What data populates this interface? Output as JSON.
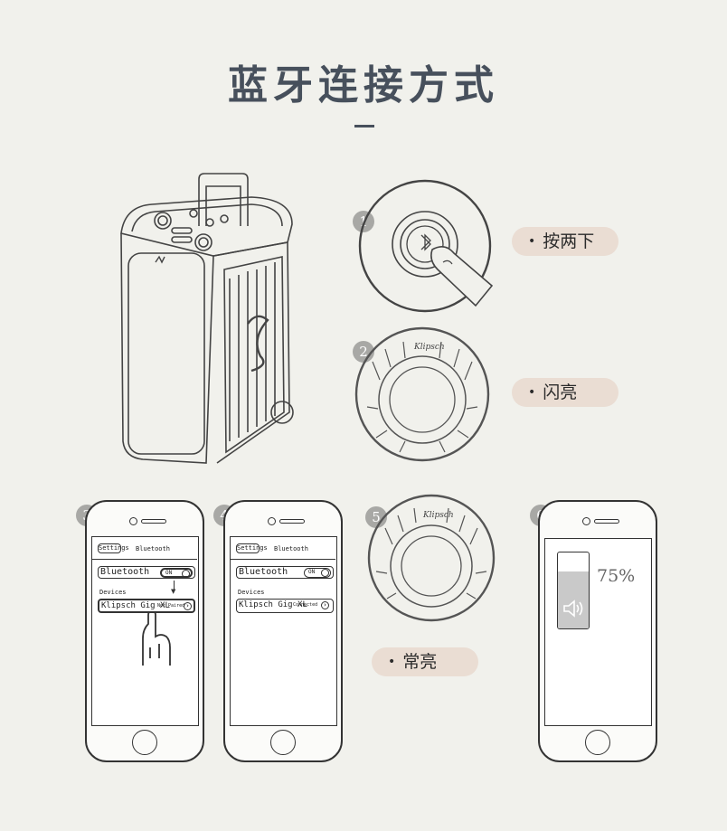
{
  "title": "蓝牙连接方式",
  "steps": [
    {
      "num": "1",
      "action": "按两下"
    },
    {
      "num": "2",
      "action": "闪亮"
    },
    {
      "num": "3"
    },
    {
      "num": "4"
    },
    {
      "num": "5",
      "action": "常亮"
    },
    {
      "num": "6"
    }
  ],
  "speaker_logo": "Klipsch",
  "phone_ui": {
    "back_label": "Settings",
    "header": "Bluetooth",
    "bluetooth_label": "Bluetooth",
    "toggle_on": "ON",
    "devices_label": "Devices",
    "device_name": "Klipsch Gig XL",
    "status_not_paired": "Not Paired",
    "status_connected": "Connected",
    "volume": "75%"
  },
  "colors": {
    "background": "#f1f1ec",
    "title": "#47505c",
    "pill": "#eaddd3",
    "badge": "#a8a8a5"
  },
  "icons": [
    "bluetooth-icon",
    "speaker-volume-icon",
    "finger-press-icon",
    "chevron-right-icon"
  ]
}
